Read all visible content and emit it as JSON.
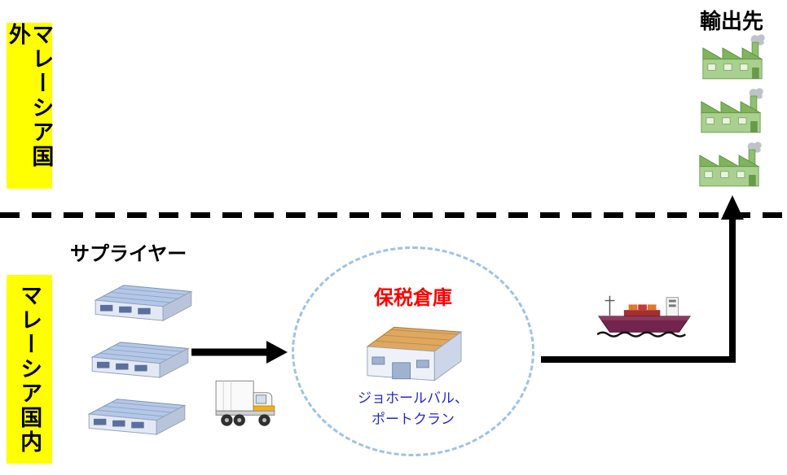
{
  "regions": {
    "outside_label": "マレーシア国外",
    "inside_label": "マレーシア国内"
  },
  "suppliers": {
    "label": "サプライヤー",
    "count": 3
  },
  "bonded_warehouse": {
    "title": "保税倉庫",
    "locations": [
      "ジョホールバル、",
      "ポートクラン"
    ]
  },
  "export": {
    "label": "輸出先",
    "destination_count": 3
  },
  "icons": {
    "supplier": "warehouse-icon",
    "bonded": "bonded-warehouse-icon",
    "domestic_transport": "truck-icon",
    "export_transport": "cargo-ship-icon",
    "destination": "factory-icon"
  },
  "colors": {
    "region_bg": "#FFFF00",
    "region_text": "#000000",
    "bonded_title": "#FF0000",
    "locations_text": "#2727C7",
    "circle_border": "#9DC3E6",
    "arrow": "#000000",
    "background": "#FFFFFF"
  }
}
